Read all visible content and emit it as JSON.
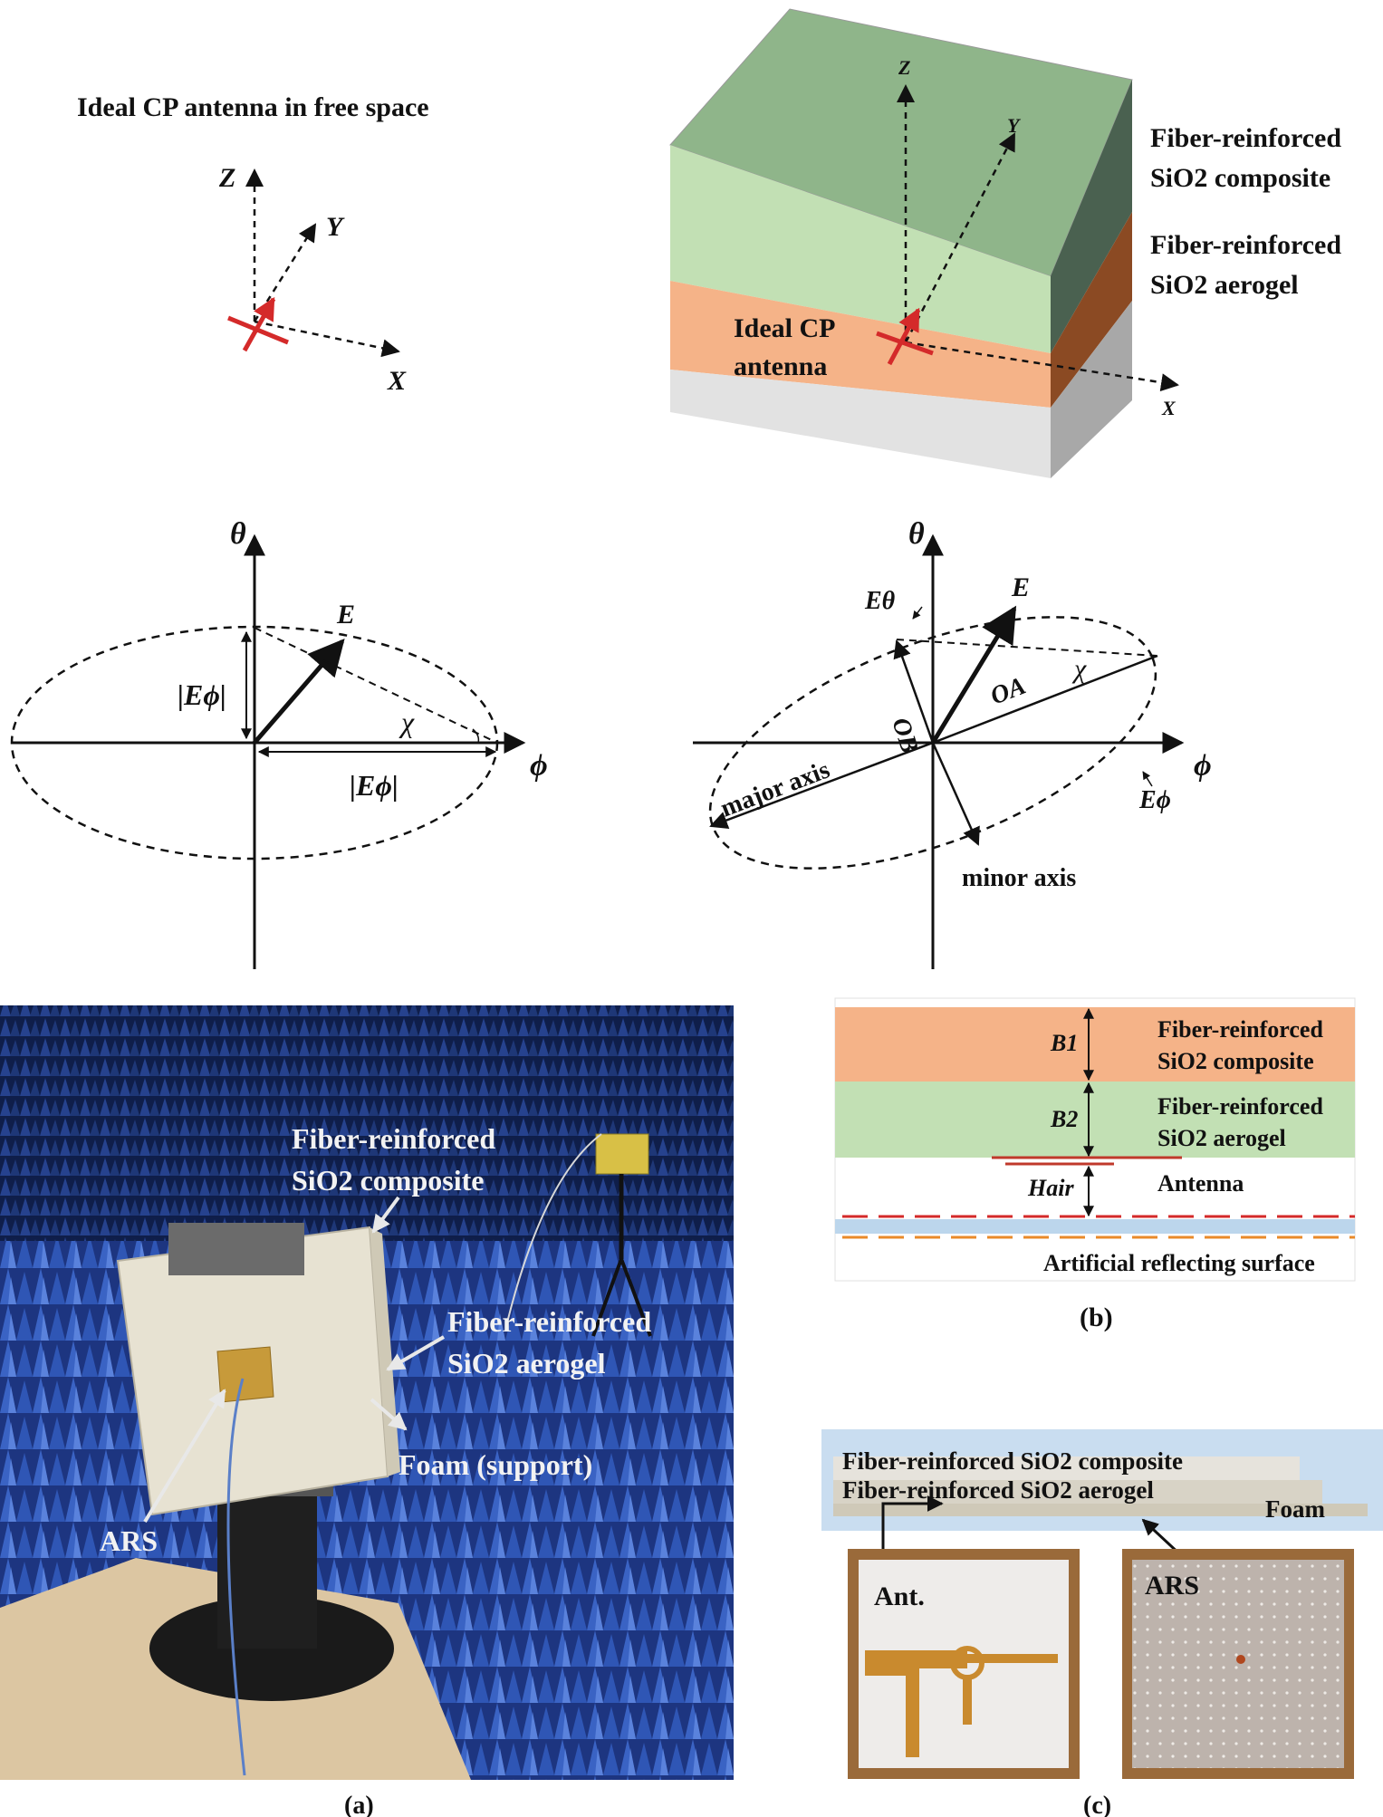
{
  "panel_top_left": {
    "title": "Ideal CP antenna in free space",
    "axis_z": "Z",
    "axis_y": "Y",
    "axis_x": "X"
  },
  "panel_top_right": {
    "axis_z": "Z",
    "axis_y": "Y",
    "axis_x": "X",
    "label_composite_1": "Fiber-reinforced",
    "label_composite_2": "SiO2 composite",
    "label_aerogel_1": "Fiber-reinforced",
    "label_aerogel_2": "SiO2 aerogel",
    "antenna_1": "Ideal CP",
    "antenna_2": "antenna"
  },
  "panel_mid_left": {
    "theta": "θ",
    "phi": "ϕ",
    "e": "E",
    "chi": "χ",
    "e_phi_vertical": "|Eϕ|",
    "e_phi_horizontal": "|Eϕ|"
  },
  "panel_mid_right": {
    "theta": "θ",
    "phi": "ϕ",
    "e": "E",
    "chi": "χ",
    "e_theta": "Eθ",
    "e_phi": "Eϕ",
    "oa": "OA",
    "ob": "OB",
    "major_axis": "major axis",
    "minor_axis": "minor axis"
  },
  "photo_left": {
    "composite_1": "Fiber-reinforced",
    "composite_2": "SiO2 composite",
    "aerogel_1": "Fiber-reinforced",
    "aerogel_2": "SiO2 aerogel",
    "foam": "Foam (support)",
    "ars": "ARS",
    "caption": "(a)"
  },
  "panel_b": {
    "b1": "B1",
    "b2": "B2",
    "hair": "Hair",
    "composite_1": "Fiber-reinforced",
    "composite_2": "SiO2 composite",
    "aerogel_1": "Fiber-reinforced",
    "aerogel_2": "SiO2 aerogel",
    "antenna": "Antenna",
    "ars": "Artificial reflecting surface",
    "caption": "(b)"
  },
  "panel_c": {
    "composite": "Fiber-reinforced SiO2 composite",
    "aerogel": "Fiber-reinforced SiO2 aerogel",
    "foam": "Foam",
    "ant": "Ant.",
    "ars": "ARS",
    "caption": "(c)"
  },
  "colors": {
    "red_arrow": "#d42a2a",
    "composite_green": "#c2e0b4",
    "aerogel_orange": "#f5b388",
    "anechoic_blue": "#2b4fa8"
  }
}
